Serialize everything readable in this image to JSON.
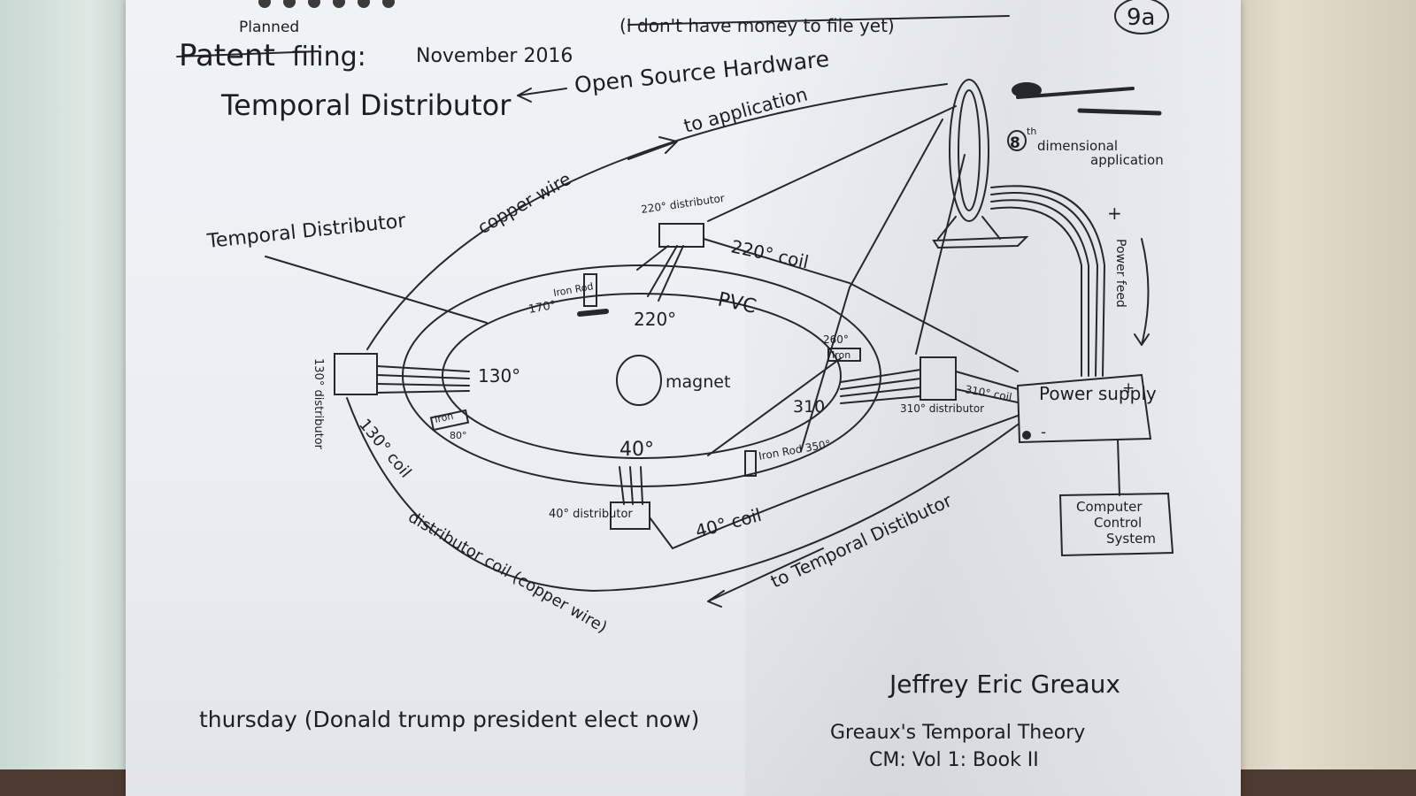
{
  "header": {
    "planned": "Planned",
    "patent": "Patent",
    "filing": "filing:",
    "date": "November 2016",
    "no_money": "(I don't have money to file yet)",
    "page_number": "9a",
    "title": "Temporal Distributor",
    "open_source": "Open Source Hardware"
  },
  "labels": {
    "to_application": "to application",
    "copper_wire": "copper wire",
    "temporal_distributor_left": "Temporal Distributor",
    "dim_number": "8",
    "dim_sup": "th",
    "dimensional": "dimensional",
    "application": "application",
    "plus_sign": "+",
    "power_feed": "Power feed",
    "d220_distributor": "220° distributor",
    "c220_coil": "220° coil",
    "iron_rod_170": "Iron Rod",
    "deg_170": "170°",
    "pvc": "PVC",
    "deg_220": "220°",
    "deg_260": "260°",
    "iron_260": "Iron",
    "d130_distributor": "130° distributor",
    "deg_130": "130°",
    "magnet": "magnet",
    "deg_310": "310",
    "c310_coil": "310° coil",
    "d310_distributor": "310° distributor",
    "iron_80": "Iron",
    "deg_80": "80°",
    "c130_coil": "130° coil",
    "deg_40": "40°",
    "iron_rod_350": "Iron Rod 350°",
    "d40_distributor": "40° distributor",
    "c40_coil": "40° coil",
    "to_temporal": "to Temporal Distibutor",
    "distributor_coil": "distributor coil (copper wire)",
    "power_supply": "Power supply",
    "ps_plus": "+",
    "ps_minus": "-",
    "computer1": "Computer",
    "computer2": "Control",
    "computer3": "System"
  },
  "footer": {
    "day_note": "thursday (Donald trump president elect now)",
    "author": "Jeffrey Eric Greaux",
    "theory": "Greaux's Temporal Theory",
    "volume": "CM: Vol 1: Book II"
  },
  "colors": {
    "paper": "#eef0f4",
    "ink": "#1d1d24"
  }
}
